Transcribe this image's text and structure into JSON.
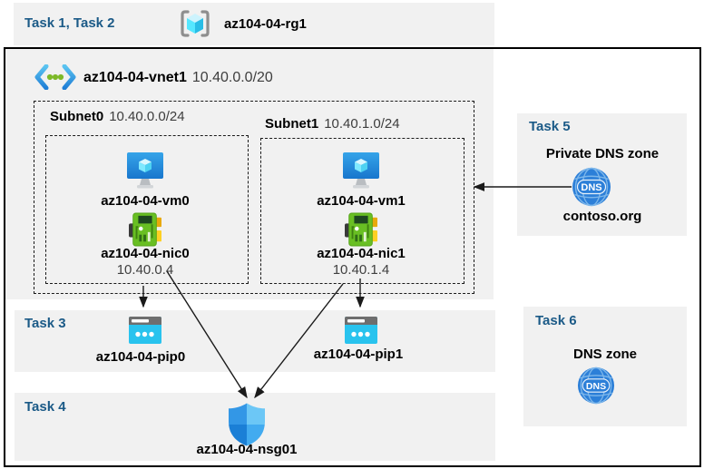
{
  "colors": {
    "panel_bg": "#f1f1f1",
    "task_heading_blue": "#1b5a87",
    "secondary_text": "#404040",
    "arrow_black": "#1a1a1a",
    "vm_blue": "#2196e0",
    "nic_green": "#69bf23",
    "pip_cyan": "#29c3ee",
    "dns_blue": "#2c7fd8",
    "shield_blue": "#3397e6"
  },
  "header": {
    "tasks_label": "Task 1, Task 2",
    "resource_group": {
      "name": "az104-04-rg1",
      "icon": "resource-group-icon"
    }
  },
  "vnet": {
    "name": "az104-04-vnet1",
    "cidr": "10.40.0.0/20",
    "icon": "virtual-network-icon"
  },
  "subnets": [
    {
      "name": "Subnet0",
      "cidr": "10.40.0.0/24",
      "vm": {
        "name": "az104-04-vm0",
        "icon": "virtual-machine-icon"
      },
      "nic": {
        "name": "az104-04-nic0",
        "ip": "10.40.0.4",
        "icon": "network-interface-icon"
      }
    },
    {
      "name": "Subnet1",
      "cidr": "10.40.1.0/24",
      "vm": {
        "name": "az104-04-vm1",
        "icon": "virtual-machine-icon"
      },
      "nic": {
        "name": "az104-04-nic1",
        "ip": "10.40.1.4",
        "icon": "network-interface-icon"
      }
    }
  ],
  "task3": {
    "label": "Task 3",
    "public_ips": [
      {
        "name": "az104-04-pip0",
        "icon": "public-ip-icon"
      },
      {
        "name": "az104-04-pip1",
        "icon": "public-ip-icon"
      }
    ]
  },
  "task4": {
    "label": "Task 4",
    "nsg": {
      "name": "az104-04-nsg01",
      "icon": "network-security-group-icon"
    }
  },
  "task5": {
    "label": "Task 5",
    "title": "Private DNS zone",
    "zone_name": "contoso.org",
    "icon": "dns-zone-icon"
  },
  "task6": {
    "label": "Task 6",
    "title": "DNS zone",
    "icon": "dns-zone-icon"
  },
  "icons": {
    "dns_badge_text": "DNS"
  }
}
